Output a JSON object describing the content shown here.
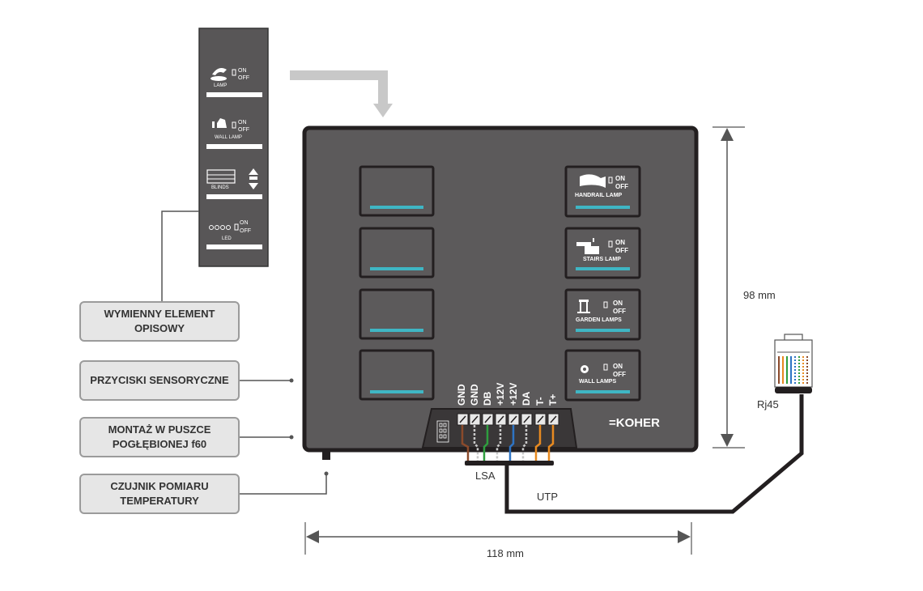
{
  "callouts": {
    "description_element": "WYMIENNY ELEMENT OPISOWY",
    "touch_buttons": "PRZYCISKI SENSORYCZNE",
    "mounting": "MONTAŻ W PUSZCE POGŁĘBIONEJ f60",
    "temp_sensor": "CZUJNIK POMIARU TEMPERATURY"
  },
  "strip": {
    "items": [
      {
        "label": "LAMP",
        "on": "ON",
        "off": "OFF",
        "icon": "lamp-icon"
      },
      {
        "label": "WALL LAMP",
        "on": "ON",
        "off": "OFF",
        "icon": "wall-lamp-icon"
      },
      {
        "label": "BLINDS",
        "icon": "blinds-icon"
      },
      {
        "label": "LED",
        "on": "ON",
        "off": "OFF",
        "icon": "led-icon"
      }
    ]
  },
  "right_buttons": [
    {
      "label": "HANDRAIL LAMP",
      "on": "ON",
      "off": "OFF",
      "icon": "handrail-lamp-icon"
    },
    {
      "label": "STAIRS LAMP",
      "on": "ON",
      "off": "OFF",
      "icon": "stairs-lamp-icon"
    },
    {
      "label": "GARDEN LAMPS",
      "on": "ON",
      "off": "OFF",
      "icon": "garden-lamps-icon"
    },
    {
      "label": "WALL LAMPS",
      "on": "ON",
      "off": "OFF",
      "icon": "wall-lamps-icon"
    }
  ],
  "terminals": [
    "GND",
    "GND",
    "DB",
    "+12V",
    "+12V",
    "DA",
    "T-",
    "T+"
  ],
  "brand": "=KOHER",
  "labels": {
    "lsa": "LSA",
    "utp": "UTP",
    "rj45": "Rj45",
    "width": "118 mm",
    "height": "98 mm"
  },
  "colors": {
    "panel": "#5c5a5b",
    "panel_border": "#231f20",
    "accent": "#3fb6c4",
    "callout_bg": "#e6e6e6",
    "callout_border": "#9b9b9b",
    "arrow": "#c8c8c8"
  }
}
